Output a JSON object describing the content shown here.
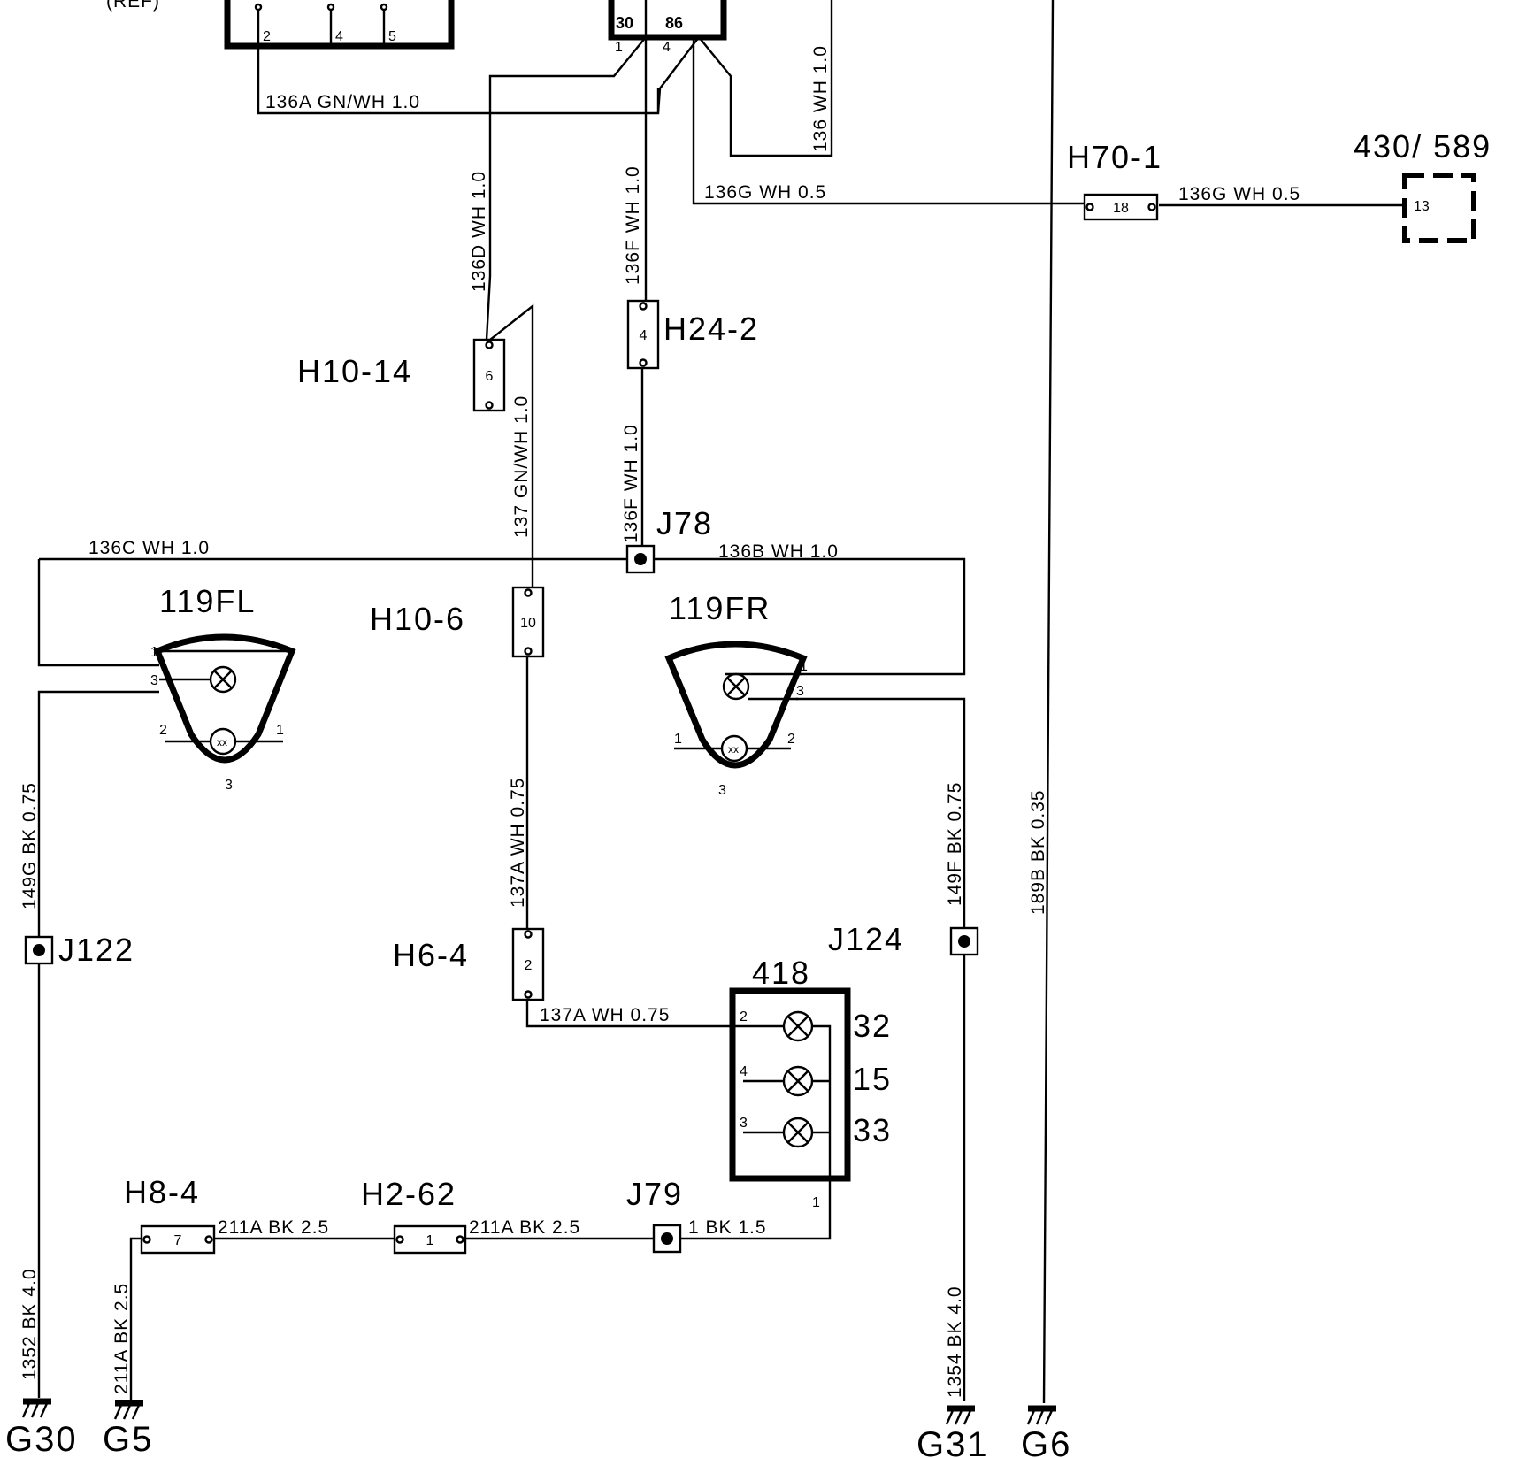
{
  "header_partial": "(REF)",
  "connectors": {
    "H70_1": {
      "name": "H70-1",
      "pin": "18"
    },
    "H10_14": {
      "name": "H10-14",
      "pin": "6"
    },
    "H24_2": {
      "name": "H24-2",
      "pin": "4"
    },
    "H10_6": {
      "name": "H10-6",
      "pin": "10"
    },
    "H6_4": {
      "name": "H6-4",
      "pin": "2"
    },
    "H8_4": {
      "name": "H8-4",
      "pin": "7"
    },
    "H2_62": {
      "name": "H2-62",
      "pin": "1"
    }
  },
  "components": {
    "c430": {
      "name": "430/ 589",
      "pin": "13"
    },
    "lampFL": {
      "name": "119FL"
    },
    "lampFR": {
      "name": "119FR"
    },
    "m418": {
      "name": "418",
      "bulbs": [
        "32",
        "15",
        "33"
      ]
    }
  },
  "junctions": {
    "J78": "J78",
    "J79": "J79",
    "J122": "J122",
    "J124": "J124"
  },
  "grounds": {
    "G30": "G30",
    "G5": "G5",
    "G31": "G31",
    "G6": "G6"
  },
  "wires": {
    "w136A": "136A  GN/WH 1.0",
    "w136G_a": "136G  WH 0.5",
    "w136G_b": "136G  WH 0.5",
    "w136C": "136C  WH 1.0",
    "w136B": "136B  WH 1.0",
    "w137A_h": "137A  WH 0.75",
    "w211A_1": "211A  BK  2.5",
    "w211A_2": "211A  BK  2.5",
    "w1BK": "1  BK  1.5",
    "v136D": "136D  WH 1.0",
    "v136F_top": "136F  WH 1.0",
    "v136_r": "136  WH 1.0",
    "v137": "137  GN/WH 1.0",
    "v136F_bot": "136F  WH 1.0",
    "v137A": "137A  WH 0.75",
    "v149G": "149G  BK 0.75",
    "v149F": "149F  BK 0.75",
    "v189B": "189B  BK 0.35",
    "v1352": "1352  BK  4.0",
    "v211A": "211A  BK  2.5",
    "v1354": "1354  BK  4.0"
  },
  "pins": {
    "top_left": [
      "2",
      "4",
      "5"
    ],
    "relay_terms": [
      "30",
      "86"
    ],
    "relay_pins": [
      "1",
      "4"
    ],
    "fl": [
      "1",
      "3",
      "2",
      "1",
      "3"
    ],
    "fr": [
      "1",
      "3",
      "1",
      "2",
      "3"
    ],
    "m418": [
      "2",
      "4",
      "3",
      "1"
    ]
  }
}
